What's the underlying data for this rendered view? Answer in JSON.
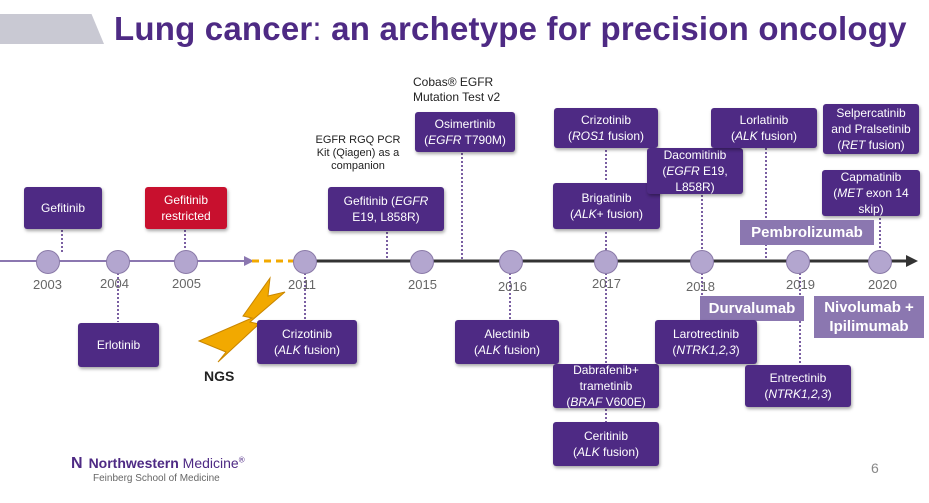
{
  "title": {
    "part1": "Lung cancer",
    "colon": ":",
    "part2": " an archetype for precision oncology"
  },
  "years": [
    "2003",
    "2004",
    "2005",
    "2011",
    "2015",
    "2016",
    "2017",
    "2018",
    "2019",
    "2020"
  ],
  "top_boxes": {
    "gefitinib": [
      "Gefitinib"
    ],
    "gefitinib_restricted": [
      "Gefitinib",
      "restricted"
    ],
    "gefitinib_egfr": [
      "Gefitinib (",
      "EGFR",
      "E19, L858R)"
    ],
    "osimertinib": [
      "Osimertinib",
      "EGFR",
      " T790M)"
    ],
    "crizotinib_ros1": [
      "Crizotinib",
      "ROS1",
      " fusion)"
    ],
    "brigatinib": [
      "Brigatinib",
      "ALK",
      "+ fusion)"
    ],
    "dacomitinib": [
      "Dacomitinib",
      "EGFR",
      " E19,",
      "L858R)"
    ],
    "lorlatinib": [
      "Lorlatinib",
      "ALK",
      " fusion)"
    ],
    "selpercatinib": [
      "Selpercatinib",
      "and Pralsetinib",
      "RET",
      " fusion)"
    ],
    "capmatinib": [
      "Capmatinib",
      "MET",
      " exon 14",
      "skip)"
    ]
  },
  "bottom_boxes": {
    "erlotinib": [
      "Erlotinib"
    ],
    "crizotinib_alk": [
      "Crizotinib",
      "ALK",
      " fusion)"
    ],
    "alectinib": [
      "Alectinib",
      "ALK",
      " fusion)"
    ],
    "dabrafenib": [
      "Dabrafenib+",
      "trametinib",
      "BRAF",
      " V600E)"
    ],
    "ceritinib": [
      "Ceritinib",
      "ALK",
      " fusion)"
    ],
    "larotrectinib": [
      "Larotrectinib",
      "NTRK1,2,3",
      ")"
    ],
    "entrectinib": [
      "Entrectinib",
      "NTRK1,2,3",
      ")"
    ]
  },
  "immuno": {
    "pembrolizumab": "Pembrolizumab",
    "durvalumab": "Durvalumab",
    "nivolumab": [
      "Nivolumab +",
      "Ipilimumab"
    ]
  },
  "notes": {
    "cobas": [
      "Cobas® EGFR",
      "Mutation Test v2"
    ],
    "rgq": [
      "EGFR RGQ PCR",
      "Kit (Qiagen) as a",
      "companion"
    ]
  },
  "ngs": "NGS",
  "logo": {
    "mark": "N",
    "name_bold": "Northwestern",
    "name_rest": " Medicine",
    "reg": "®",
    "sub": "Feinberg School of Medicine"
  },
  "page_number": "6",
  "colors": {
    "purple": "#4e2a84",
    "red": "#c8102e",
    "light_purple": "#8b77b0",
    "lightning": "#f2a900"
  }
}
